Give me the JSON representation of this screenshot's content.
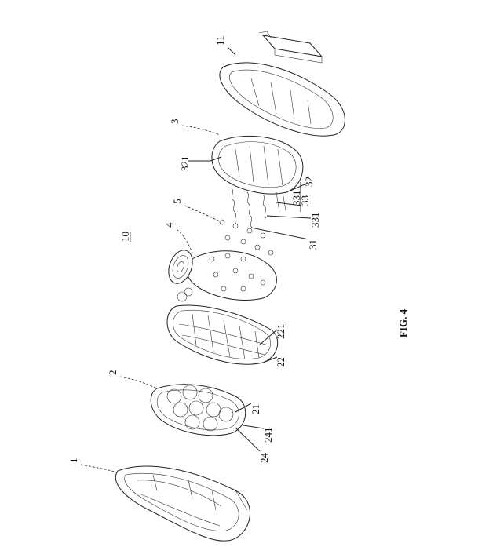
{
  "figure": {
    "caption": "FIG. 4",
    "assembly_label": "10"
  },
  "labels": {
    "l1": "1",
    "l2": "2",
    "l3": "3",
    "l4": "4",
    "l5": "5",
    "l11": "11",
    "l21": "21",
    "l22": "22",
    "l221": "221",
    "l24": "24",
    "l241": "241",
    "l31": "31",
    "l32": "32",
    "l33": "33",
    "l321": "321",
    "l331a": "331",
    "l331b": "331"
  }
}
